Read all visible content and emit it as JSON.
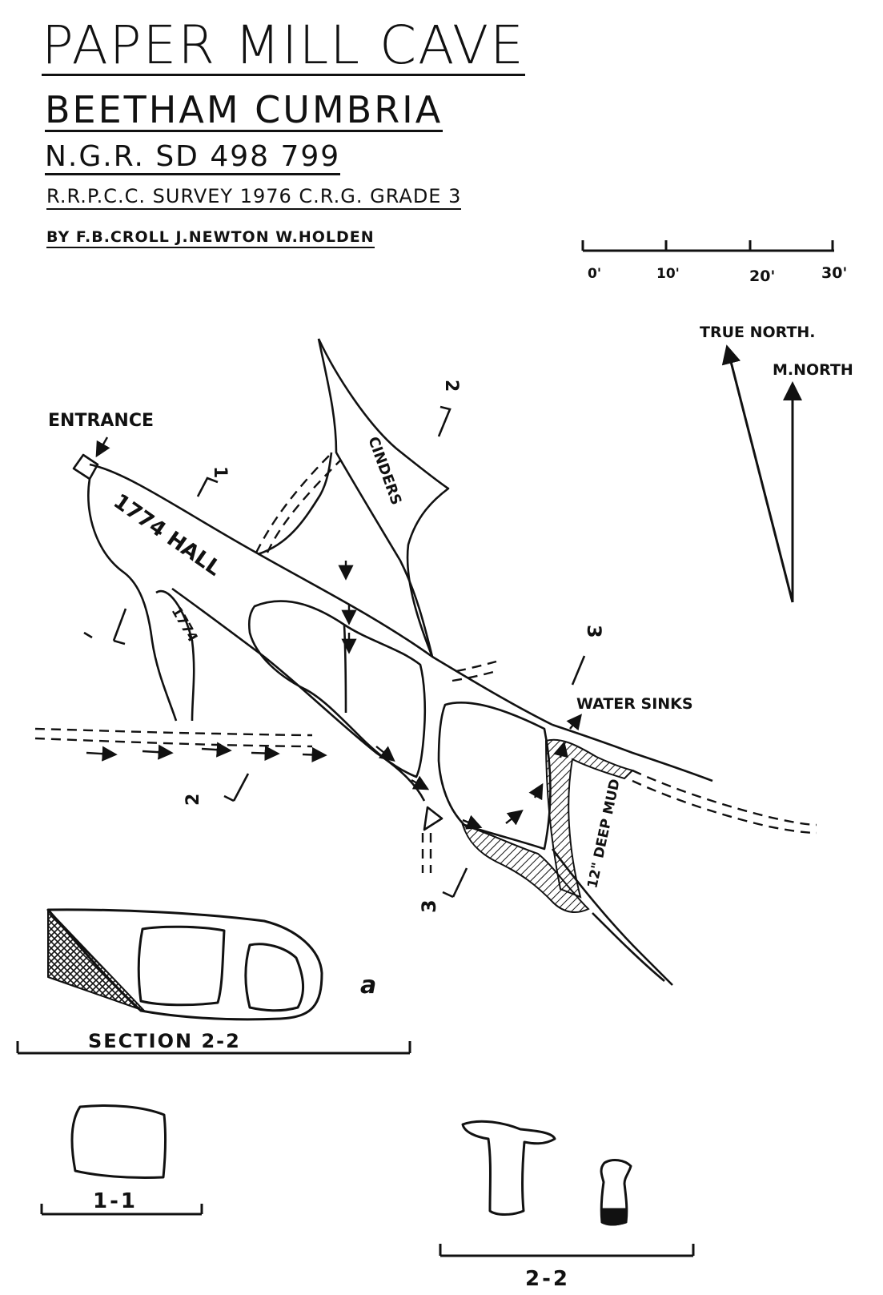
{
  "header": {
    "title": "PAPER MILL CAVE",
    "location": "BEETHAM CUMBRIA",
    "ngr": "N.G.R. SD 498 799",
    "survey_line": "R.R.P.C.C. SURVEY 1976 C.R.G. GRADE 3",
    "authors": "BY F.B.CROLL J.NEWTON W.HOLDEN"
  },
  "scale_bar": {
    "ticks": [
      "0'",
      "10'",
      "20'",
      "30'"
    ]
  },
  "north": {
    "true_north": "TRUE NORTH.",
    "magnetic_north": "M.NORTH"
  },
  "labels": {
    "entrance": "ENTRANCE",
    "hall": "1774 HALL",
    "hall_short": "1774",
    "cinders": "CINDERS",
    "water_sinks": "WATER SINKS",
    "deep_mud": "12\" DEEP MUD"
  },
  "section_markers": {
    "m1": "1",
    "m2": "2",
    "m3": "3"
  },
  "sections": {
    "long_section": "SECTION 2-2",
    "long_section_letter": "a",
    "s11": "1-1",
    "s22": "2-2"
  }
}
